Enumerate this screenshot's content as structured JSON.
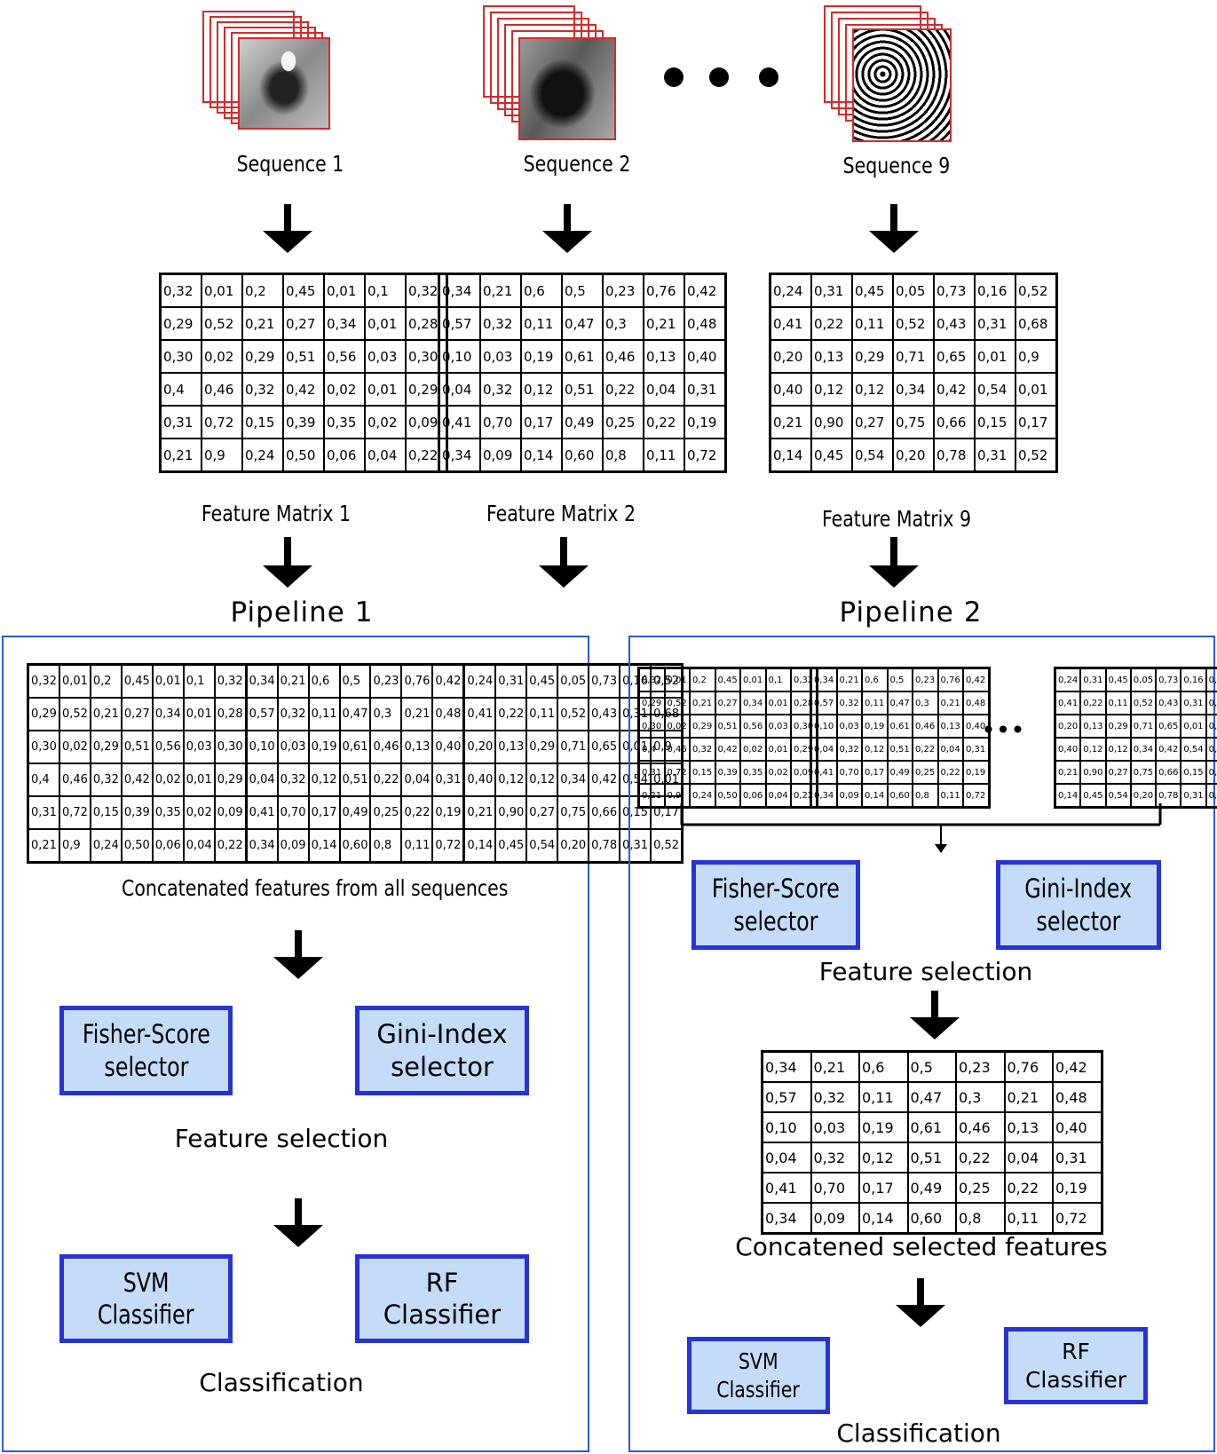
{
  "sequences": [
    {
      "label": "Sequence 1"
    },
    {
      "label": "Sequence 2"
    },
    {
      "label": "Sequence 9"
    }
  ],
  "matrix_labels": [
    "Feature Matrix 1",
    "Feature Matrix 2",
    "Feature Matrix 9"
  ],
  "matrices": {
    "m1": [
      [
        "0,32",
        "0,01",
        "0,2",
        "0,45",
        "0,01",
        "0,1",
        "0,32"
      ],
      [
        "0,29",
        "0,52",
        "0,21",
        "0,27",
        "0,34",
        "0,01",
        "0,28"
      ],
      [
        "0,30",
        "0,02",
        "0,29",
        "0,51",
        "0,56",
        "0,03",
        "0,30"
      ],
      [
        "0,4",
        "0,46",
        "0,32",
        "0,42",
        "0,02",
        "0,01",
        "0,29"
      ],
      [
        "0,31",
        "0,72",
        "0,15",
        "0,39",
        "0,35",
        "0,02",
        "0,09"
      ],
      [
        "0,21",
        "0,9",
        "0,24",
        "0,50",
        "0,06",
        "0,04",
        "0,22"
      ]
    ],
    "m2": [
      [
        "0,34",
        "0,21",
        "0,6",
        "0,5",
        "0,23",
        "0,76",
        "0,42"
      ],
      [
        "0,57",
        "0,32",
        "0,11",
        "0,47",
        "0,3",
        "0,21",
        "0,48"
      ],
      [
        "0,10",
        "0,03",
        "0,19",
        "0,61",
        "0,46",
        "0,13",
        "0,40"
      ],
      [
        "0,04",
        "0,32",
        "0,12",
        "0,51",
        "0,22",
        "0,04",
        "0,31"
      ],
      [
        "0,41",
        "0,70",
        "0,17",
        "0,49",
        "0,25",
        "0,22",
        "0,19"
      ],
      [
        "0,34",
        "0,09",
        "0,14",
        "0,60",
        "0,8",
        "0,11",
        "0,72"
      ]
    ],
    "m9": [
      [
        "0,24",
        "0,31",
        "0,45",
        "0,05",
        "0,73",
        "0,16",
        "0,52"
      ],
      [
        "0,41",
        "0,22",
        "0,11",
        "0,52",
        "0,43",
        "0,31",
        "0,68"
      ],
      [
        "0,20",
        "0,13",
        "0,29",
        "0,71",
        "0,65",
        "0,01",
        "0,9"
      ],
      [
        "0,40",
        "0,12",
        "0,12",
        "0,34",
        "0,42",
        "0,54",
        "0,01"
      ],
      [
        "0,21",
        "0,90",
        "0,27",
        "0,75",
        "0,66",
        "0,15",
        "0,17"
      ],
      [
        "0,14",
        "0,45",
        "0,54",
        "0,20",
        "0,78",
        "0,31",
        "0,52"
      ]
    ]
  },
  "pipeline1": {
    "title": "Pipeline 1",
    "concat_label": "Concatenated features from all sequences",
    "fisher": [
      "Fisher-Score",
      "selector"
    ],
    "gini": [
      "Gini-Index",
      "selector"
    ],
    "feature_selection": "Feature selection",
    "svm": [
      "SVM",
      "Classifier"
    ],
    "rf": [
      "RF",
      "Classifier"
    ],
    "classification": "Classification"
  },
  "pipeline2": {
    "title": "Pipeline 2",
    "ellipsis": "•••",
    "fisher": [
      "Fisher-Score",
      "selector"
    ],
    "gini": [
      "Gini-Index",
      "selector"
    ],
    "feature_selection": "Feature selection",
    "selected_label": "Concatened selected features",
    "svm": [
      "SVM",
      "Classifier"
    ],
    "rf": [
      "RF",
      "Classifier"
    ],
    "classification": "Classification"
  },
  "colors": {
    "frame_red": "#d42a2a",
    "panel_blue": "#2b5ad6",
    "box_border": "#2733d3",
    "box_fill": "#c4dcf7"
  }
}
